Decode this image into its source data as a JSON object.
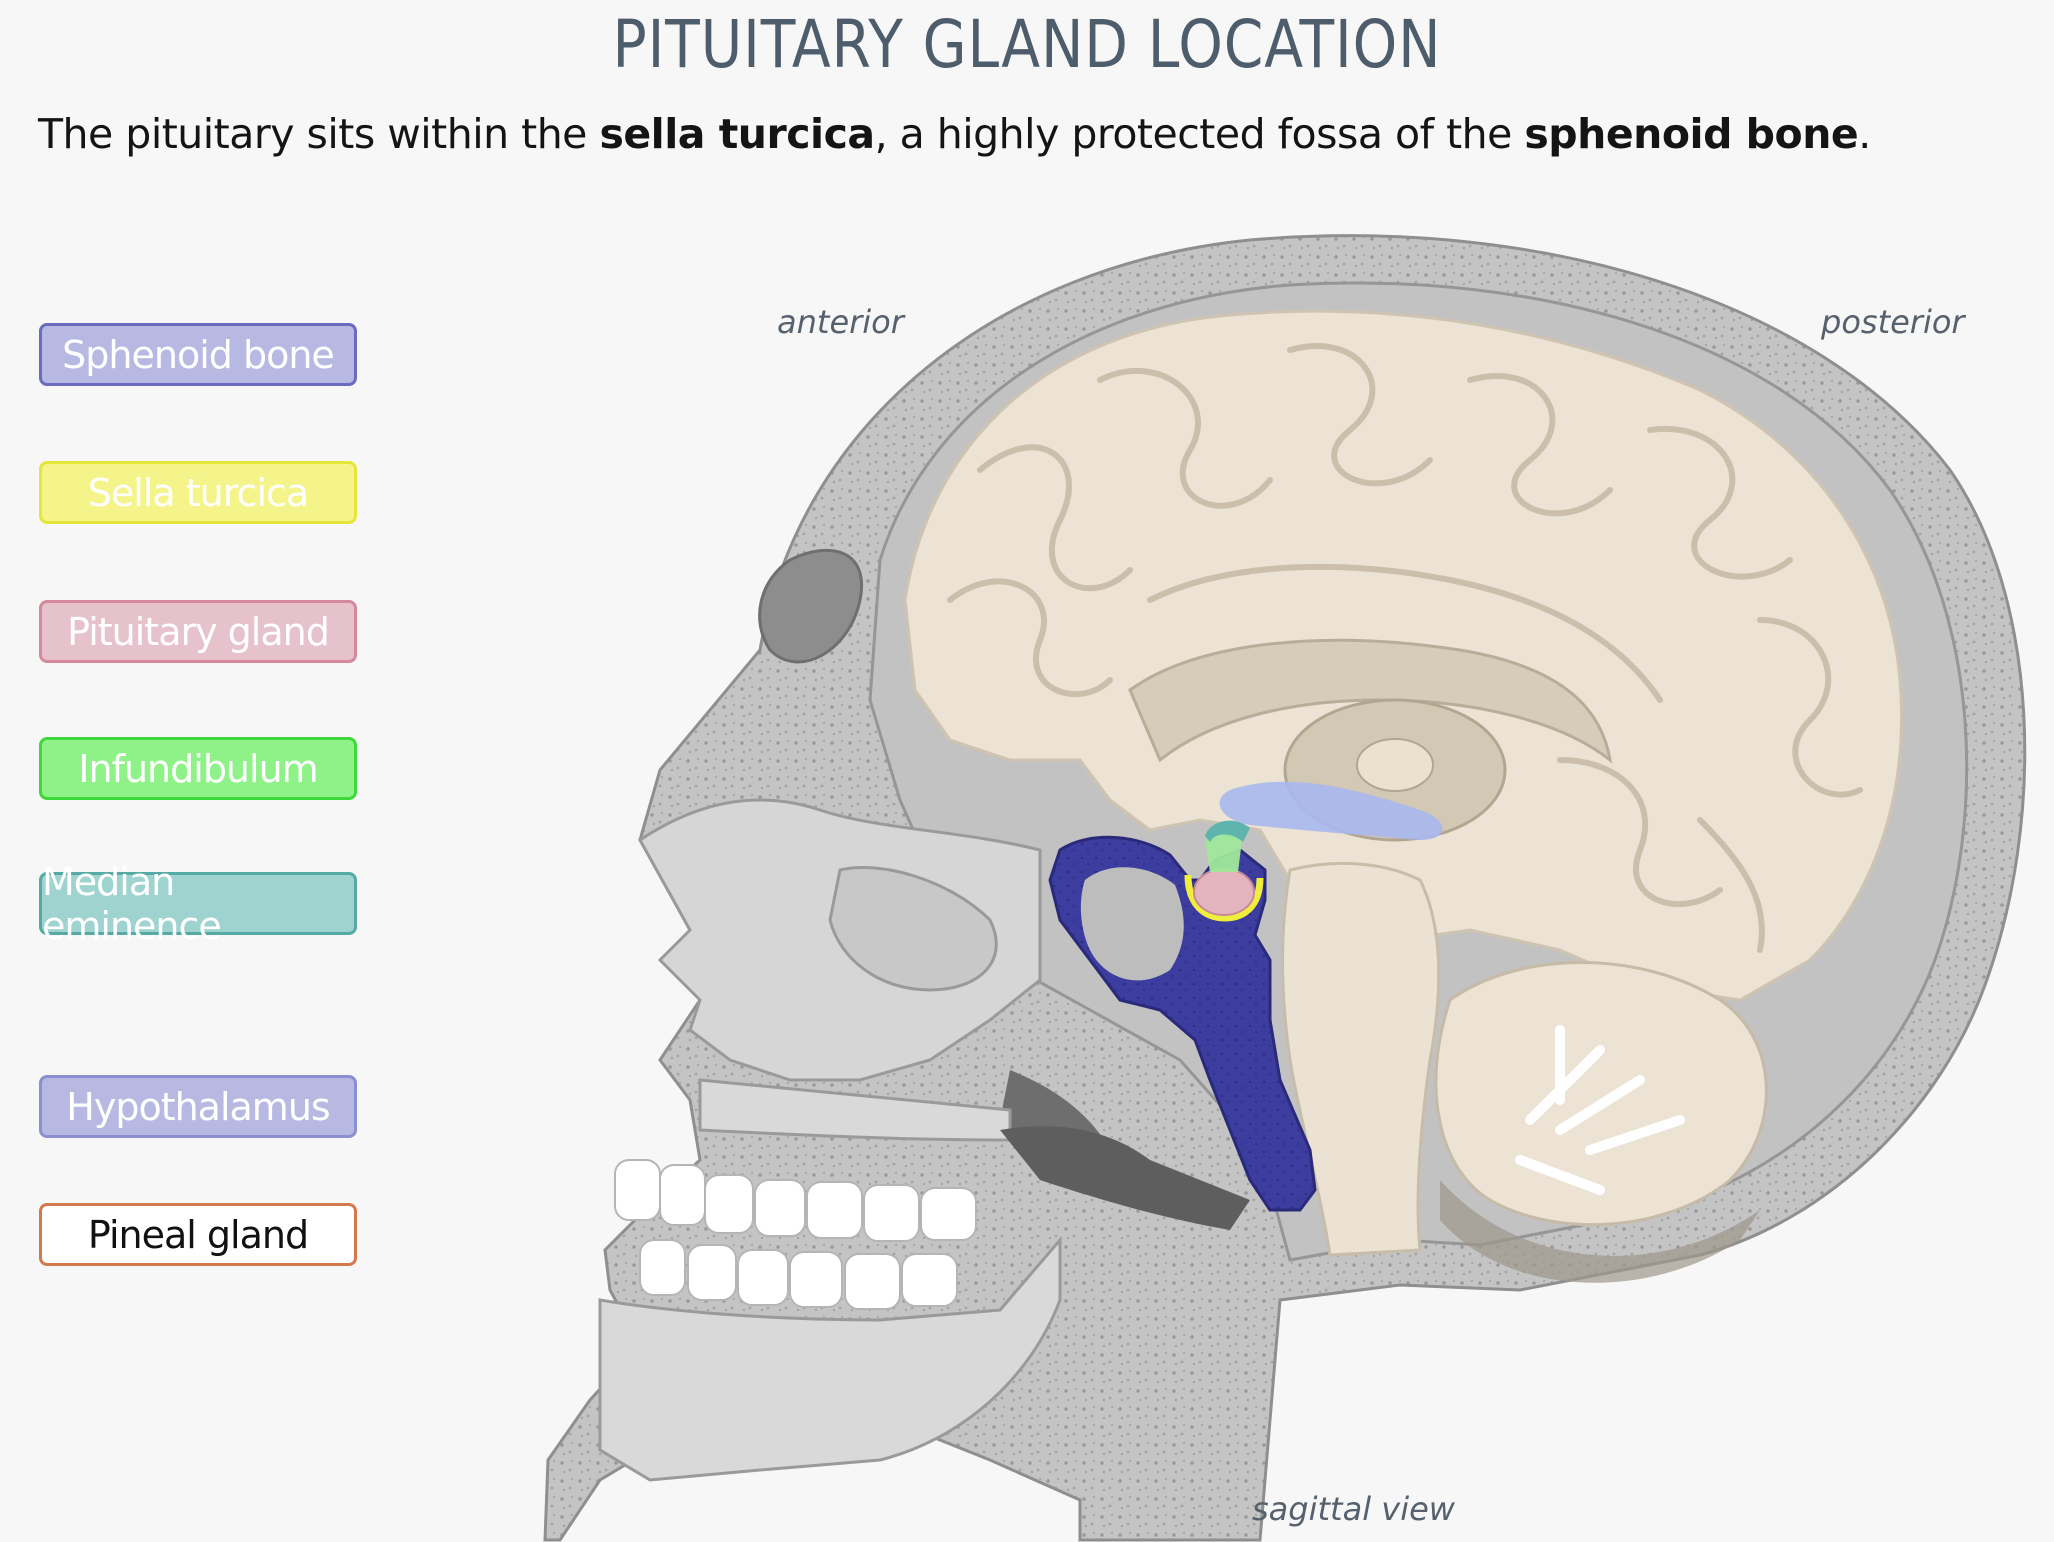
{
  "header": {
    "title": "PITUITARY GLAND LOCATION",
    "subtitle_pre": "The pituitary sits within the ",
    "subtitle_bold1": "sella turcica",
    "subtitle_mid": ", a highly protected fossa of the ",
    "subtitle_bold2": "sphenoid bone",
    "subtitle_post": "."
  },
  "legend": [
    {
      "key": "sphenoid",
      "label": "Sphenoid bone",
      "bg": "#b7b9e2",
      "border": "#6b6bc0",
      "text": "#ffffff"
    },
    {
      "key": "sella",
      "label": "Sella turcica",
      "bg": "#f4f48a",
      "border": "#e6e63a",
      "text": "#ffffff"
    },
    {
      "key": "pituitary",
      "label": "Pituitary gland",
      "bg": "#e5c2cc",
      "border": "#d48a9c",
      "text": "#ffffff"
    },
    {
      "key": "infundibulum",
      "label": "Infundibulum",
      "bg": "#8ff288",
      "border": "#3ed83a",
      "text": "#ffffff"
    },
    {
      "key": "median",
      "label": "Median eminence",
      "bg": "#9fd3cf",
      "border": "#55aaa3",
      "text": "#ffffff"
    },
    {
      "key": "hypothalamus",
      "label": "Hypothalamus",
      "bg": "#b7b9e2",
      "border": "#8a8fd0",
      "text": "#ffffff"
    },
    {
      "key": "pineal",
      "label": "Pineal gland",
      "bg": "#ffffff",
      "border": "#d27a4e",
      "text": "#111111"
    }
  ],
  "orientation": {
    "anterior": "anterior",
    "posterior": "posterior",
    "view": "sagittal view"
  },
  "colors": {
    "sphenoid": "#3b3b9a",
    "sella": "#f0ee3c",
    "pituitary": "#e4b4be",
    "infundibulum": "#9fe89a",
    "median": "#5fb5ad",
    "hypothalamus": "#aab8ec",
    "brain": "#ede4d6",
    "skull": "#c9c9c9",
    "bone_dark": "#a9a9a9"
  }
}
